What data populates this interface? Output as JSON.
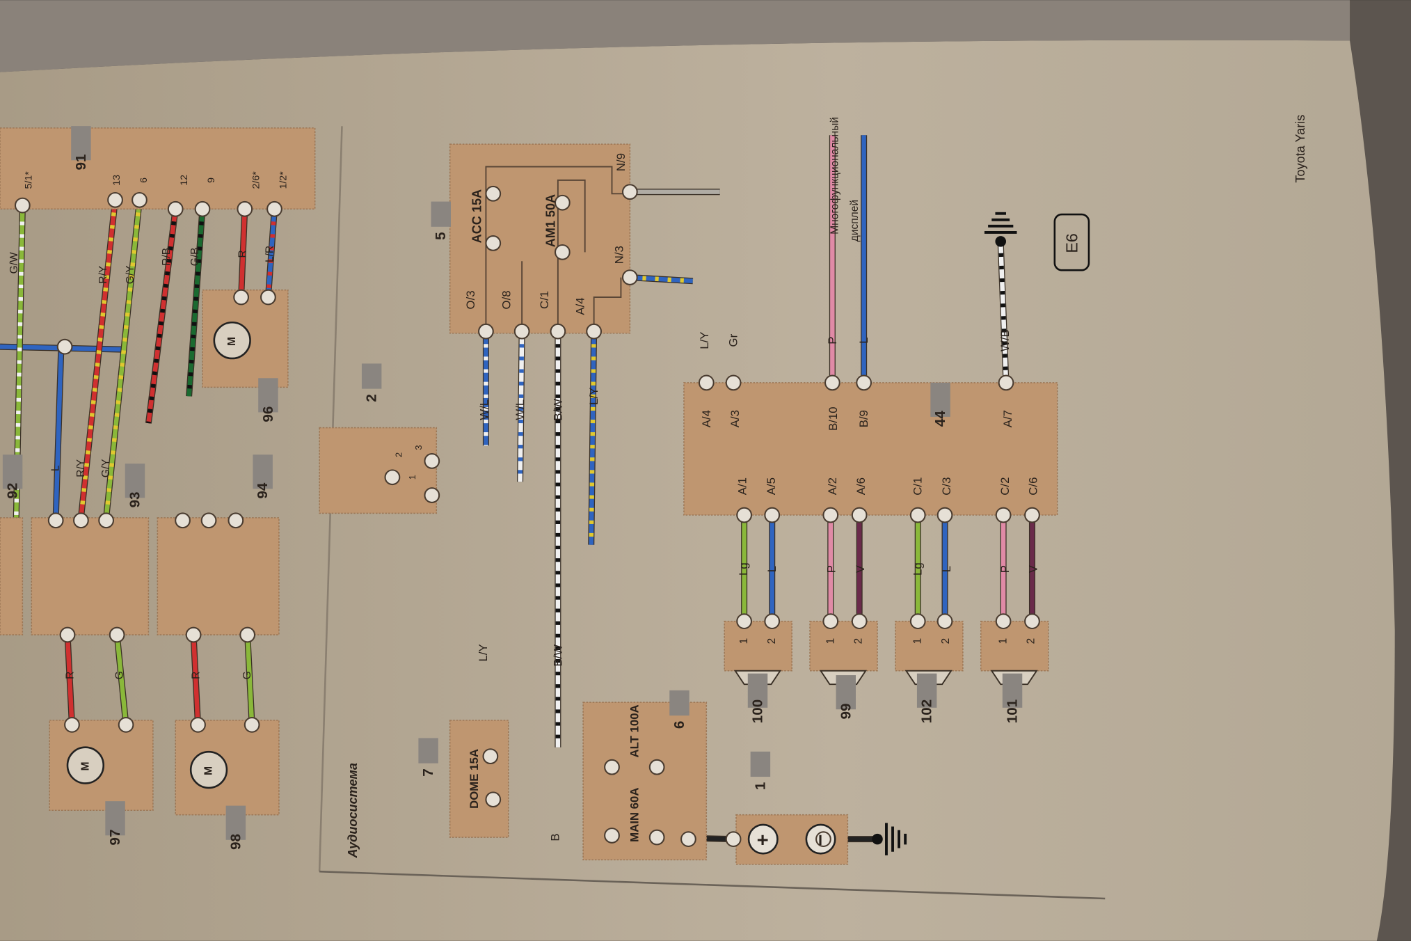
{
  "labels": {
    "header": "Toyota Yaris",
    "section": "Аудиосистема",
    "display_legend_1": "Многофункциональный",
    "display_legend_2": "дисплей"
  },
  "components": {
    "c5": "5",
    "c2": "2",
    "c44": "44",
    "c7": "7",
    "c6": "6",
    "c1": "1",
    "c100": "100",
    "c99": "99",
    "c102": "102",
    "c101": "101",
    "c91": "91",
    "c92": "92",
    "c93": "93",
    "c94": "94",
    "c96": "96",
    "c97": "97",
    "c98": "98",
    "ground": "E6"
  },
  "fuses": {
    "acc": "ACC 15A",
    "am1": "AM1 50A",
    "dome": "DOME 15A",
    "main": "MAIN 60A",
    "alt": "ALT 100A"
  },
  "fusebox_pins": {
    "o3": "O/3",
    "o8": "O/8",
    "c1": "C/1",
    "a4": "A/4",
    "n9": "N/9",
    "n3": "N/3"
  },
  "switch_pins": {
    "p3": "3",
    "p2": "2",
    "p1": "1"
  },
  "headunit_pins": {
    "a4": "A/4",
    "a3": "A/3",
    "b10": "B/10",
    "b9": "B/9",
    "a7": "A/7",
    "a1": "A/1",
    "a5": "A/5",
    "a2": "A/2",
    "a6": "A/6",
    "c1": "C/1",
    "c3": "C/3",
    "c2": "C/2",
    "c6": "C/6"
  },
  "speaker_pins": [
    "1",
    "2"
  ],
  "battery": {
    "plus": "+",
    "minus": "−"
  },
  "motor": "M",
  "wires": {
    "wl1": "W/L",
    "wl2": "W/L",
    "bw1": "B/W",
    "ly1": "L/Y",
    "ly2": "L/Y",
    "gr": "Gr",
    "p_disp": "P",
    "l_disp": "L",
    "wb": "W/B",
    "lg1": "Lg",
    "l1": "L",
    "p1": "P",
    "v1": "V",
    "lg2": "Lg",
    "l2": "L",
    "p2": "P",
    "v2": "V",
    "ly3": "L/Y",
    "bw2": "B/W",
    "b": "B"
  },
  "left_wires": {
    "gw": "G/W",
    "ry1": "R/Y",
    "gy1": "G/Y",
    "rb": "R/B",
    "gb": "G/B",
    "r96": "R",
    "lr": "L/R",
    "l93": "L",
    "ry2": "R/Y",
    "gy2": "G/Y",
    "r97": "R",
    "g97": "G",
    "r98": "R",
    "g98": "G"
  },
  "left_pins": {
    "p13": "13",
    "p6": "6",
    "p12": "12",
    "p9": "9",
    "p26": "2/6*",
    "p12s": "1/2*",
    "p51": "5/1*"
  },
  "colors": {
    "page": "#b9ad9a",
    "component": "#bf9670",
    "blue": "#2f64c0",
    "yellow": "#e0c830",
    "pink": "#e08aa6",
    "violet": "#6a2a4a",
    "green": "#8ab83a",
    "red": "#d03030",
    "gray": "#b0aca4"
  }
}
